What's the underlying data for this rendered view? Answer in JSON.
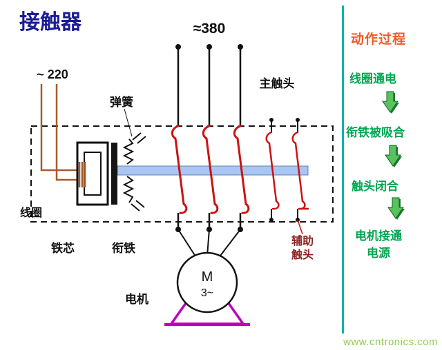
{
  "title": "接触器",
  "diagram": {
    "supply_three_phase": "≈380",
    "supply_coil": "~ 220",
    "label_spring": "弹簧",
    "label_main_contact": "主触头",
    "label_coil": "线圈",
    "label_core": "铁芯",
    "label_armature": "衔铁",
    "label_motor": "电机",
    "label_aux_line1": "辅助",
    "label_aux_line2": "触头",
    "motor_m": "M",
    "motor_phase": "3~"
  },
  "process": {
    "title": "动作过程",
    "steps": [
      "线圈通电",
      "衔铁被吸合",
      "触头闭合"
    ],
    "last_step_line1": "电机接通",
    "last_step_line2": "电源"
  },
  "watermark": "www.cntronics.com",
  "colors": {
    "title_blue": "#1b1b96",
    "contact_red": "#cc1111",
    "wire_brown": "#a65b2a",
    "bar_blue_fill": "#a9c6f2",
    "bar_blue_stroke": "#5f7fb8",
    "motor_stand_magenta": "#bb00bb",
    "divider_teal": "#00b2b2",
    "process_title_orange": "#f05a28",
    "step_green": "#00a651",
    "arrow_green": "#58c25c",
    "aux_label_maroon": "#8b2222",
    "watermark_green": "#8fce4e"
  }
}
